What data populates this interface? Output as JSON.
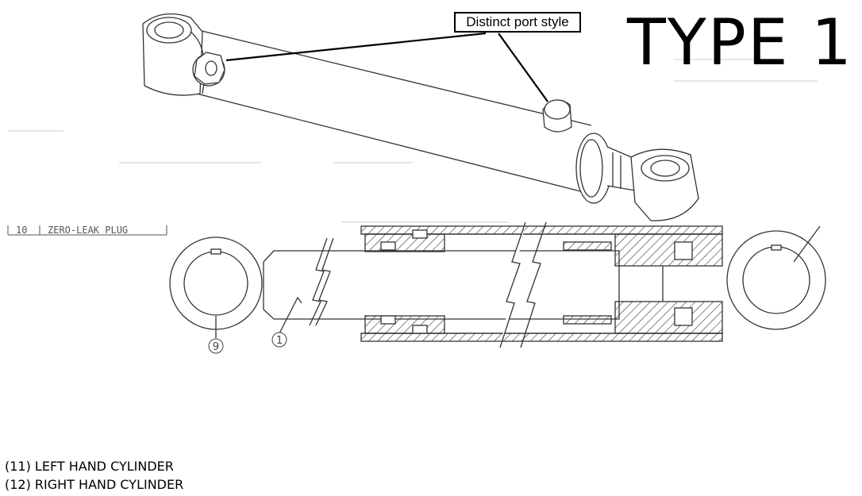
{
  "header": {
    "title": "TYPE 1",
    "callout_label": "Distinct port style"
  },
  "parts_table": {
    "row_number": "10",
    "row_description": "ZERO-LEAK PLUG"
  },
  "balloons": {
    "left_bushing": "9",
    "rod": "1"
  },
  "legend": {
    "line_1": "(11) LEFT HAND CYLINDER",
    "line_2": "(12) RIGHT HAND CYLINDER"
  }
}
